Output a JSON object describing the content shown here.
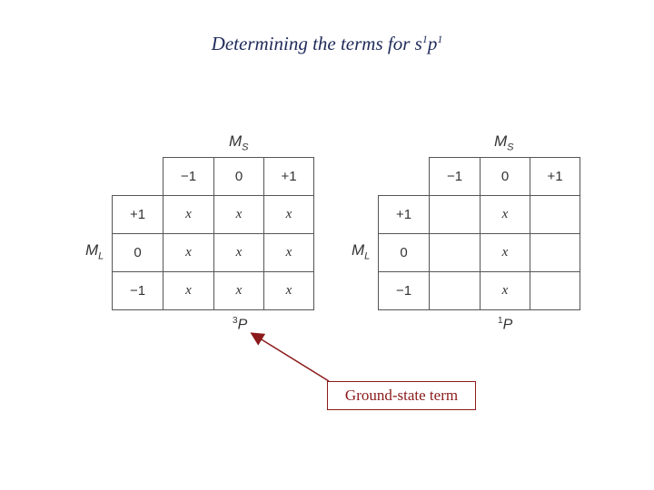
{
  "title": {
    "text": "Determining the terms for s",
    "sup1": "1",
    "mid": "p",
    "sup2": "1"
  },
  "left_table": {
    "ms_label": "M",
    "ms_sub": "S",
    "ml_label": "M",
    "ml_sub": "L",
    "col_headers": [
      "−1",
      "0",
      "+1"
    ],
    "rows": [
      {
        "ml": "+1",
        "cells": [
          "x",
          "x",
          "x"
        ]
      },
      {
        "ml": "0",
        "cells": [
          "x",
          "x",
          "x"
        ]
      },
      {
        "ml": "−1",
        "cells": [
          "x",
          "x",
          "x"
        ]
      }
    ],
    "term_sup": "3",
    "term_letter": "P"
  },
  "right_table": {
    "ms_label": "M",
    "ms_sub": "S",
    "ml_label": "M",
    "ml_sub": "L",
    "col_headers": [
      "−1",
      "0",
      "+1"
    ],
    "rows": [
      {
        "ml": "+1",
        "cells": [
          "",
          "x",
          ""
        ]
      },
      {
        "ml": "0",
        "cells": [
          "",
          "x",
          ""
        ]
      },
      {
        "ml": "−1",
        "cells": [
          "",
          "x",
          ""
        ]
      }
    ],
    "term_sup": "1",
    "term_letter": "P"
  },
  "callout": {
    "text": "Ground-state term",
    "color": "#8b1a1a"
  }
}
